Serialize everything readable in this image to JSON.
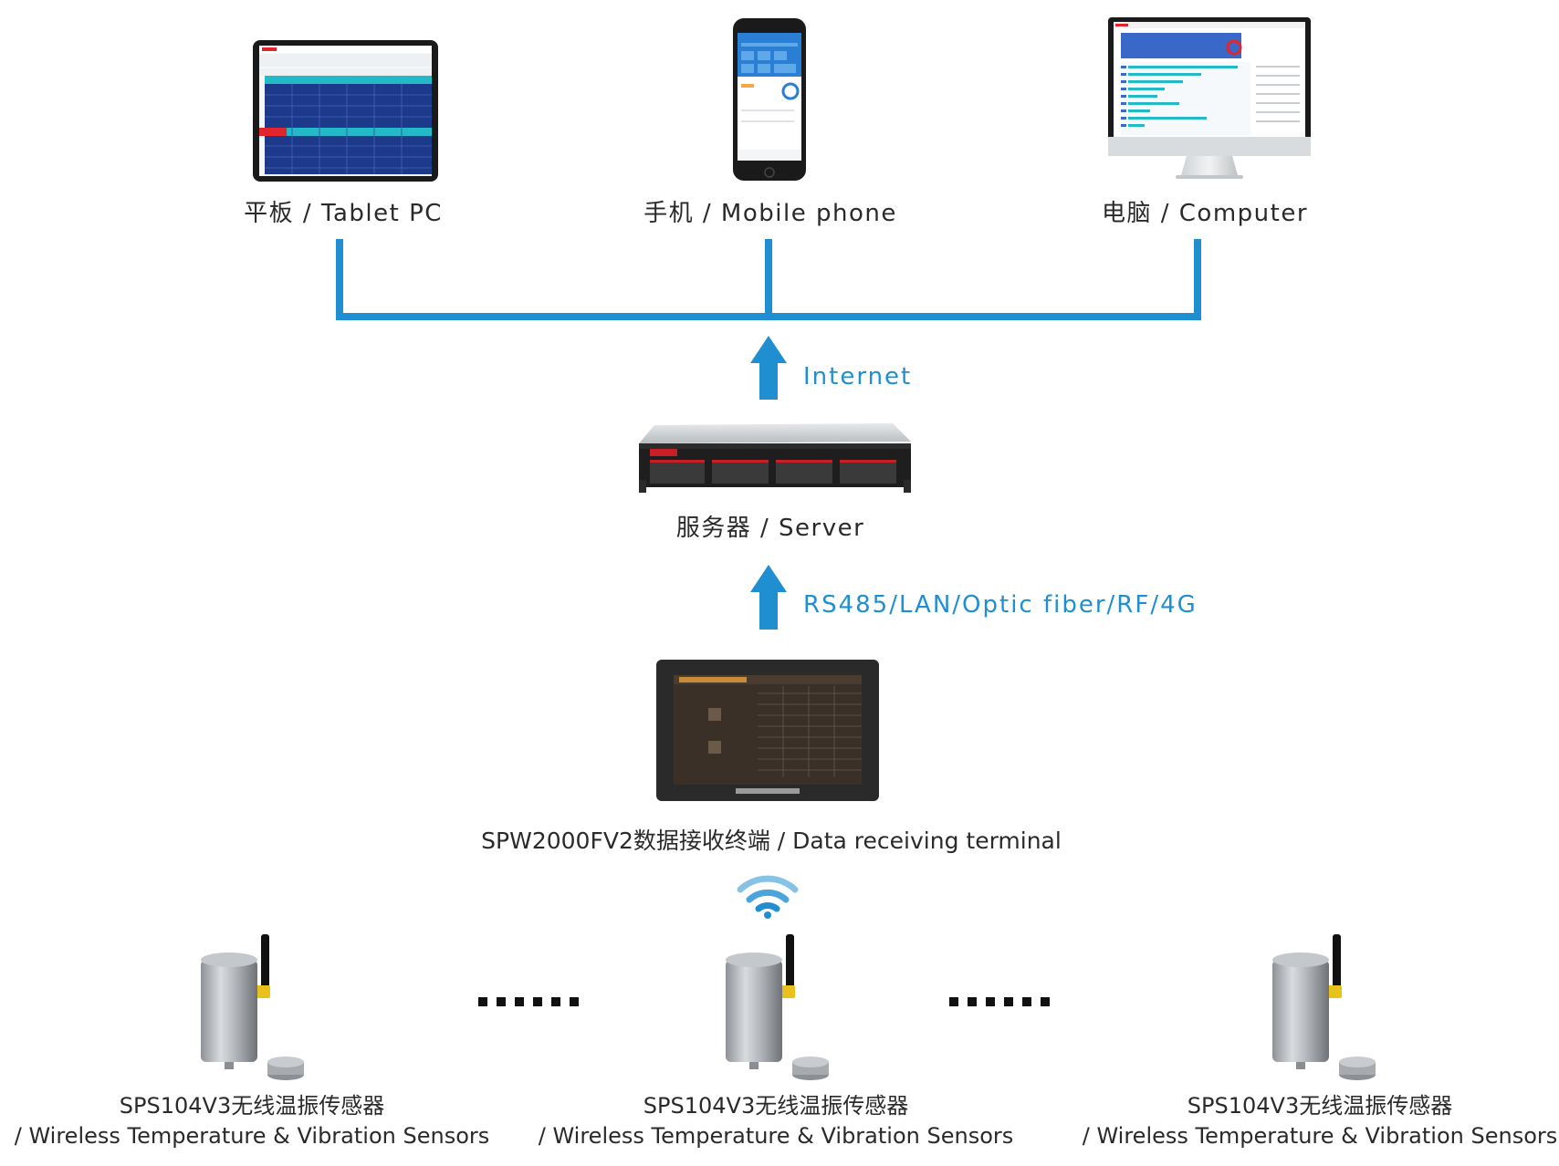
{
  "devices": {
    "tablet": {
      "label": "平板 / Tablet PC"
    },
    "phone": {
      "label": "手机 / Mobile phone"
    },
    "computer": {
      "label": "电脑 / Computer"
    }
  },
  "links": {
    "internet": "Internet",
    "field_bus": "RS485/LAN/Optic fiber/RF/4G"
  },
  "server": {
    "label": "服务器 / Server"
  },
  "terminal": {
    "label": "SPW2000FV2数据接收终端 / Data receiving terminal"
  },
  "sensors": [
    {
      "line1": "SPS104V3无线温振传感器",
      "line2": "/ Wireless Temperature & Vibration Sensors"
    },
    {
      "line1": "SPS104V3无线温振传感器",
      "line2": "/ Wireless Temperature & Vibration Sensors"
    },
    {
      "line1": "SPS104V3无线温振传感器",
      "line2": "/ Wireless Temperature & Vibration Sensors"
    }
  ],
  "colors": {
    "accent_blue": "#1f8fd1",
    "screen_navy": "#1d3a8a",
    "highlight_cyan": "#24b9c9",
    "alert_red": "#e0262c",
    "server_red": "#c81e25",
    "antenna_yellow": "#e8c21a"
  }
}
